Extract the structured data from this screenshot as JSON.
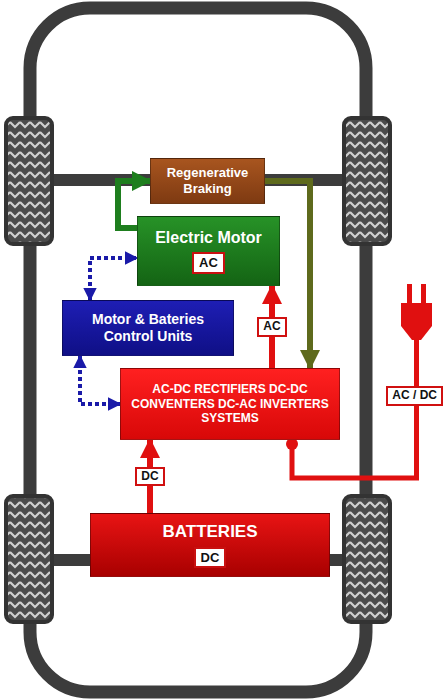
{
  "diagram": {
    "nodes": [
      {
        "text": [
          "Regenerative Braking"
        ]
      },
      {
        "text": [
          "Electric Motor"
        ]
      },
      {
        "text": [
          "AC"
        ],
        "in": 1
      },
      {
        "text": [
          "Motor & Bateries Control Units"
        ]
      },
      {
        "text": [
          "AC-DC RECTIFIERS DC-DC CONVENTERS DC-AC INVERTERS SYSTEMS"
        ]
      },
      {
        "text": [
          "BATTERIES"
        ]
      },
      {
        "text": [
          "DC"
        ],
        "in": 5
      }
    ],
    "edges": [
      {
        "from": 1,
        "to": 0,
        "arrow": "to"
      },
      {
        "from": 0,
        "to": 4,
        "arrow": "to"
      },
      {
        "from": 3,
        "to": 1,
        "arrow": "both"
      },
      {
        "from": 3,
        "to": 4,
        "arrow": "both"
      },
      {
        "from": 4,
        "to": 1,
        "label": "AC",
        "arrow": "to"
      },
      {
        "from": 5,
        "to": 4,
        "label": "DC",
        "arrow": "to"
      }
    ],
    "labels": [
      "AC / DC"
    ]
  }
}
